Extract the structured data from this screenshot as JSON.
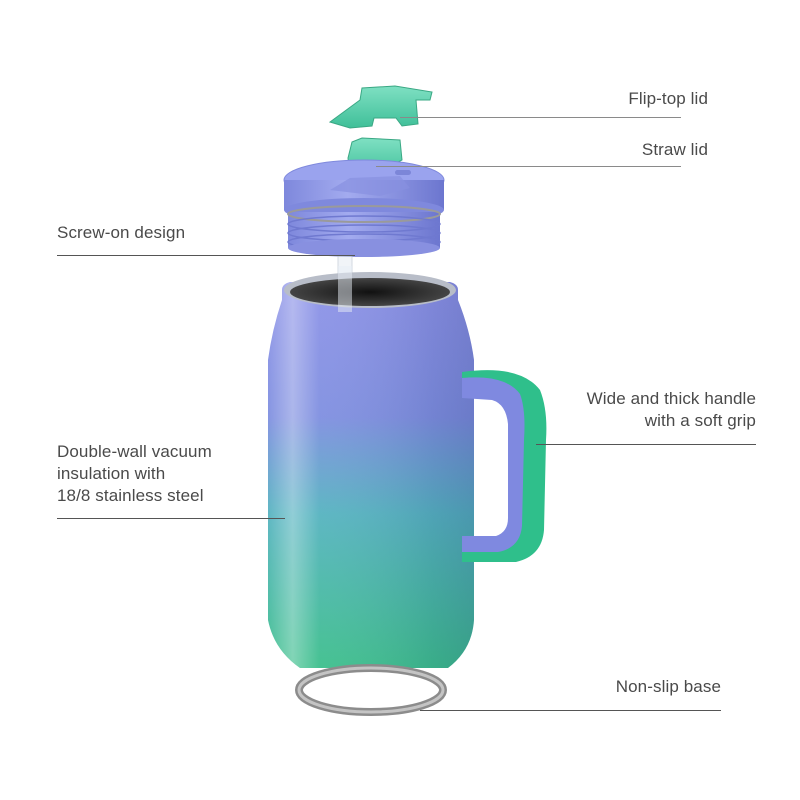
{
  "diagram": {
    "subject": "Insulated mug with lids (exploded view)",
    "colors": {
      "lid_blue": "#8d98e6",
      "lid_dark": "#6e78d2",
      "teal_part": "#5fd3b2",
      "handle_green": "#2ebf8b",
      "body_top": "#8c93e6",
      "body_bottom": "#3fbf8d",
      "base_ring": "#9a9a9a",
      "label_text": "#4a4a4a",
      "leader_line": "#555555"
    },
    "callouts": [
      {
        "id": "flip-top-lid",
        "lines": [
          "Flip-top lid"
        ],
        "side": "right"
      },
      {
        "id": "straw-lid",
        "lines": [
          "Straw lid"
        ],
        "side": "right"
      },
      {
        "id": "screw-on-design",
        "lines": [
          "Screw-on design"
        ],
        "side": "left"
      },
      {
        "id": "handle",
        "lines": [
          "Wide and thick handle",
          "with a soft grip"
        ],
        "side": "right"
      },
      {
        "id": "insulation",
        "lines": [
          "Double-wall vacuum",
          "insulation with",
          "18/8 stainless steel"
        ],
        "side": "left"
      },
      {
        "id": "non-slip-base",
        "lines": [
          "Non-slip base"
        ],
        "side": "right"
      }
    ]
  }
}
